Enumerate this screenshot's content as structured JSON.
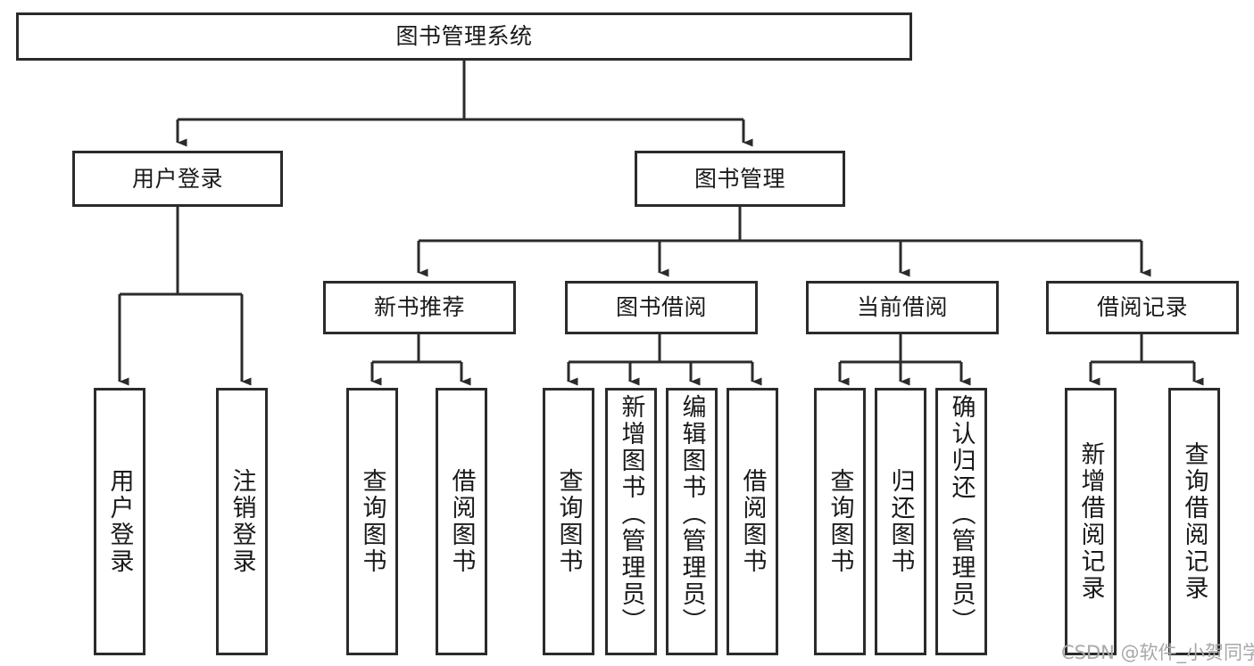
{
  "diagram": {
    "title_node": {
      "label": "图书管理系统"
    },
    "level2": [
      {
        "id": "user-login",
        "label": "用户登录"
      },
      {
        "id": "book-management",
        "label": "图书管理"
      }
    ],
    "level3": [
      {
        "id": "new-book-recommend",
        "label": "新书推荐"
      },
      {
        "id": "book-borrow",
        "label": "图书借阅"
      },
      {
        "id": "current-borrow",
        "label": "当前借阅"
      },
      {
        "id": "borrow-record",
        "label": "借阅记录"
      }
    ],
    "leaves": [
      {
        "id": "leaf-user-login",
        "label": "用户登录",
        "parent": "user-login"
      },
      {
        "id": "leaf-logout",
        "label": "注销登录",
        "parent": "user-login"
      },
      {
        "id": "leaf-query-book-1",
        "label": "查询图书",
        "parent": "new-book-recommend"
      },
      {
        "id": "leaf-borrow-book-1",
        "label": "借阅图书",
        "parent": "new-book-recommend"
      },
      {
        "id": "leaf-query-book-2",
        "label": "查询图书",
        "parent": "book-borrow"
      },
      {
        "id": "leaf-add-book",
        "label": "新增图书（管理员）",
        "parent": "book-borrow"
      },
      {
        "id": "leaf-edit-book",
        "label": "编辑图书（管理员）",
        "parent": "book-borrow"
      },
      {
        "id": "leaf-borrow-book-2",
        "label": "借阅图书",
        "parent": "book-borrow"
      },
      {
        "id": "leaf-query-book-3",
        "label": "查询图书",
        "parent": "current-borrow"
      },
      {
        "id": "leaf-return-book",
        "label": "归还图书",
        "parent": "current-borrow"
      },
      {
        "id": "leaf-confirm-return",
        "label": "确认归还（管理员）",
        "parent": "current-borrow"
      },
      {
        "id": "leaf-add-record",
        "label": "新增借阅记录",
        "parent": "borrow-record"
      },
      {
        "id": "leaf-query-record",
        "label": "查询借阅记录",
        "parent": "borrow-record"
      }
    ]
  },
  "watermark": {
    "text": "CSDN @软件_小贺同学"
  },
  "colors": {
    "stroke": "#2b2b2b",
    "background": "#ffffff",
    "text": "#1a1a1a",
    "watermark": "#a8a8a8"
  }
}
